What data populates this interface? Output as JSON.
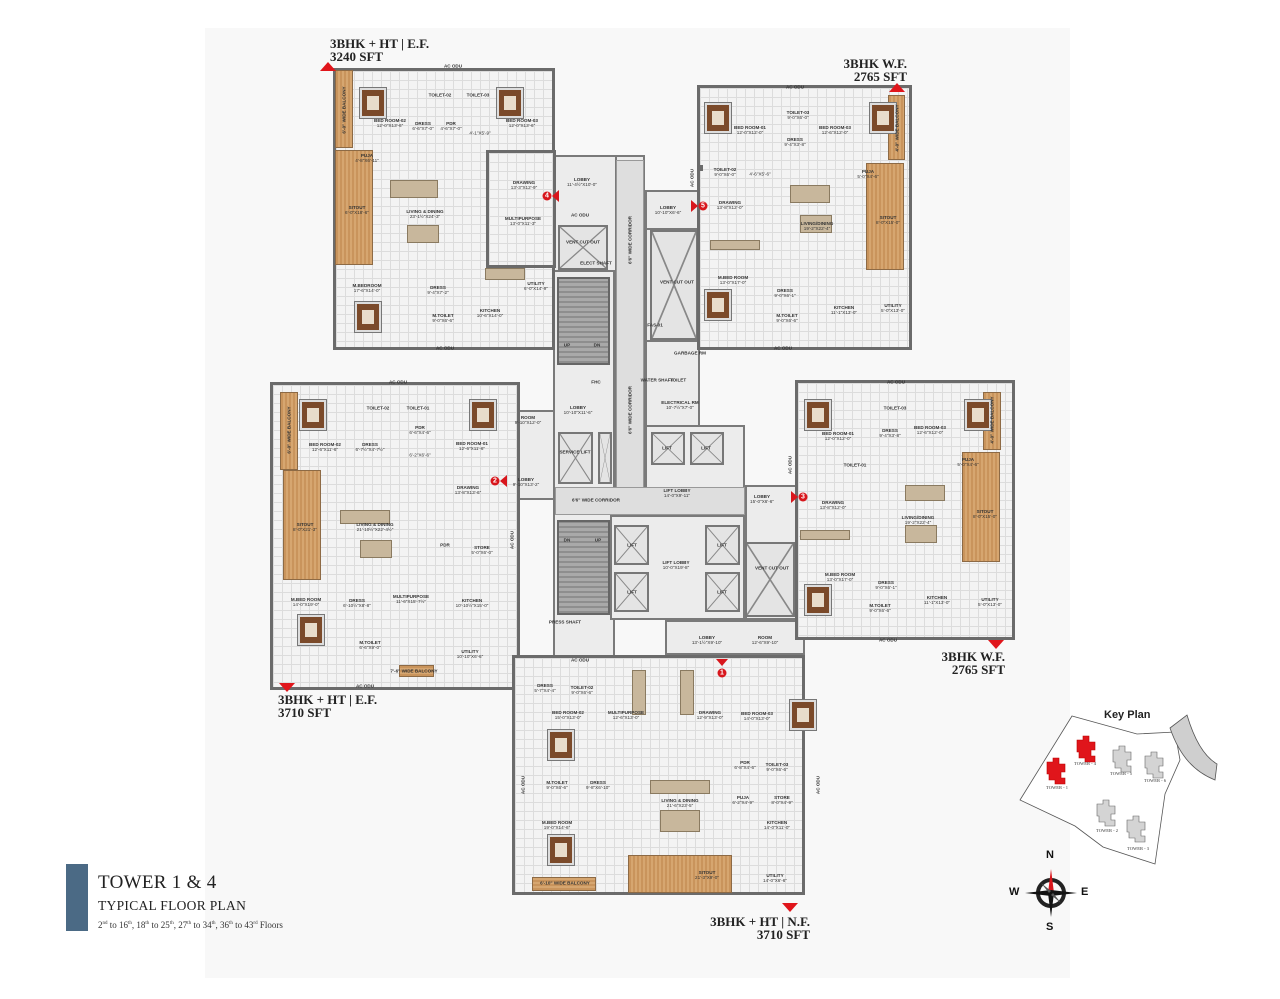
{
  "title": {
    "heading": "TOWER 1 & 4",
    "subheading": "TYPICAL FLOOR PLAN",
    "floors": [
      {
        "n": "2",
        "sup": "nd"
      },
      {
        "t": " to 16",
        "sup": "th"
      },
      {
        "t": ", 18",
        "sup": "th"
      },
      {
        "t": " to 25",
        "sup": "th"
      },
      {
        "t": ", 27",
        "sup": "th"
      },
      {
        "t": " to 34",
        "sup": "th"
      },
      {
        "t": ", 36",
        "sup": "th"
      },
      {
        "t": " to 43",
        "sup": "rd"
      },
      {
        "t": " Floors"
      }
    ],
    "accent_color": "#4b6a85"
  },
  "units": [
    {
      "type": "3BHK + HT | E.F.",
      "area": "3240 SFT",
      "entry": "4",
      "rooms": [
        {
          "name": "BED ROOM-02",
          "size": "12'-0\"X13'-6\""
        },
        {
          "name": "TOILET-02",
          "size": ""
        },
        {
          "name": "TOILET-03",
          "size": ""
        },
        {
          "name": "DRESS",
          "size": "6'-6\"X7'-0\""
        },
        {
          "name": "PDR",
          "size": "4'-6\"X7'-0\""
        },
        {
          "name": "",
          "size": "4'-1\"X5'-9\""
        },
        {
          "name": "BED ROOM-03",
          "size": "12'-0\"X13'-6\""
        },
        {
          "name": "PUJA",
          "size": "4'-8\"X6'-11\""
        },
        {
          "name": "DRAWING",
          "size": "13'-3\"X12'-9\""
        },
        {
          "name": "SITOUT",
          "size": "6'-0\"X18'-6\""
        },
        {
          "name": "LIVING & DINING",
          "size": "23'-1½\"X24'-3\""
        },
        {
          "name": "MULTIPURPOSE",
          "size": "13'-0\"X11'-3\""
        },
        {
          "name": "M.BEDROOM",
          "size": "17'-6\"X14'-0\""
        },
        {
          "name": "DRESS",
          "size": "9'-4\"X7'-2\""
        },
        {
          "name": "M.TOILET",
          "size": "9'-0\"X6'-6\""
        },
        {
          "name": "KITCHEN",
          "size": "10'-6\"X14'-0\""
        },
        {
          "name": "UTILITY",
          "size": "6'-0\"X14'-9\""
        },
        {
          "name": "AC ODU",
          "size": ""
        },
        {
          "name": "AC ODU",
          "size": ""
        },
        {
          "name": "6'-0\" WIDE BALCONY",
          "size": ""
        }
      ]
    },
    {
      "type": "3BHK W.F.",
      "area": "2765 SFT",
      "entry": "5",
      "rooms": [
        {
          "name": "BED ROOM-01",
          "size": "12'-0\"X12'-0\""
        },
        {
          "name": "TOILET-03",
          "size": "9'-0\"X6'-0\""
        },
        {
          "name": "DRESS",
          "size": "9'-4\"X3'-8\""
        },
        {
          "name": "BED ROOM-03",
          "size": "12'-6\"X12'-0\""
        },
        {
          "name": "TOILET-02",
          "size": "9'-0\"X6'-0\""
        },
        {
          "name": "",
          "size": "4'-6\"X5'-6\""
        },
        {
          "name": "PUJA",
          "size": "5'-0\"X4'-6\""
        },
        {
          "name": "DRAWING",
          "size": "13'-8\"X12'-0\""
        },
        {
          "name": "LIVING/DINING",
          "size": "19'-2\"X22'-4\""
        },
        {
          "name": "SITOUT",
          "size": "8'-0\"X15'-0\""
        },
        {
          "name": "M.BED ROOM",
          "size": "13'-0\"X17'-0\""
        },
        {
          "name": "DRESS",
          "size": "9'-0\"X6'-1\""
        },
        {
          "name": "M.TOILET",
          "size": "9'-0\"X6'-6\""
        },
        {
          "name": "KITCHEN",
          "size": "11'-1\"X13'-0\""
        },
        {
          "name": "UTILITY",
          "size": "5'-0\"X13'-0\""
        },
        {
          "name": "AC ODU",
          "size": ""
        },
        {
          "name": "AC ODU",
          "size": ""
        },
        {
          "name": "AC ODU",
          "size": ""
        },
        {
          "name": "4'-0\" WIDE BALCONY",
          "size": ""
        }
      ]
    },
    {
      "type": "3BHK + HT | E.F.",
      "area": "3710 SFT",
      "entry": "2",
      "rooms": [
        {
          "name": "TOILET-02",
          "size": ""
        },
        {
          "name": "TOILET-01",
          "size": ""
        },
        {
          "name": "BED ROOM-02",
          "size": "12'-6\"X11'-6\""
        },
        {
          "name": "DRESS",
          "size": "6'-7½\"X4'-7½\""
        },
        {
          "name": "PDR",
          "size": "6'-6\"X4'-6\""
        },
        {
          "name": "BED ROOM-01",
          "size": "12'-6\"X11'-6\""
        },
        {
          "name": "",
          "size": "6'-2\"X6'-6\""
        },
        {
          "name": "DRAWING",
          "size": "13'-8\"X13'-6\""
        },
        {
          "name": "SITOUT",
          "size": "8'-0\"X21'-3\""
        },
        {
          "name": "LIVING & DINING",
          "size": "21'-10½\"X22'-4½\""
        },
        {
          "name": "PDR",
          "size": ""
        },
        {
          "name": "STORE",
          "size": "5'-0\"X6'-0\""
        },
        {
          "name": "M.BED ROOM",
          "size": "14'-0\"X19'-0\""
        },
        {
          "name": "DRESS",
          "size": "6'-10½\"X8'-8\""
        },
        {
          "name": "MULTIPURPOSE",
          "size": "11'-6\"X15'-7½\""
        },
        {
          "name": "M.TOILET",
          "size": "6'-6\"X9'-0\""
        },
        {
          "name": "KITCHEN",
          "size": "10'-10½\"X15'-0\""
        },
        {
          "name": "UTILITY",
          "size": "10'-10\"X6'-6\""
        },
        {
          "name": "7'-6\" WIDE BALCONY",
          "size": ""
        },
        {
          "name": "AC ODU",
          "size": ""
        },
        {
          "name": "AC ODU",
          "size": ""
        },
        {
          "name": "6'-0\" WIDE BALCONY",
          "size": ""
        },
        {
          "name": "AC ODU",
          "size": ""
        }
      ]
    },
    {
      "type": "3BHK W.F.",
      "area": "2765 SFT",
      "entry": "3",
      "rooms": [
        {
          "name": "BED ROOM-01",
          "size": "12'-0\"X12'-0\""
        },
        {
          "name": "TOILET-03",
          "size": ""
        },
        {
          "name": "DRESS",
          "size": "9'-4\"X3'-8\""
        },
        {
          "name": "BED ROOM-03",
          "size": "12'-6\"X12'-0\""
        },
        {
          "name": "TOILET-01",
          "size": ""
        },
        {
          "name": "PUJA",
          "size": "5'-0\"X4'-6\""
        },
        {
          "name": "DRAWING",
          "size": "13'-8\"X12'-0\""
        },
        {
          "name": "LIVING/DINING",
          "size": "19'-2\"X22'-4\""
        },
        {
          "name": "SITOUT",
          "size": "8'-0\"X15'-0\""
        },
        {
          "name": "M.BED ROOM",
          "size": "13'-0\"X17'-0\""
        },
        {
          "name": "DRESS",
          "size": "9'-0\"X6'-1\""
        },
        {
          "name": "M.TOILET",
          "size": "9'-0\"X6'-6\""
        },
        {
          "name": "KITCHEN",
          "size": "11'-1\"X13'-0\""
        },
        {
          "name": "UTILITY",
          "size": "5'-0\"X13'-0\""
        },
        {
          "name": "AC ODU",
          "size": ""
        },
        {
          "name": "AC ODU",
          "size": ""
        },
        {
          "name": "AC ODU",
          "size": ""
        },
        {
          "name": "4'-0\" WIDE BALCONY",
          "size": ""
        }
      ]
    },
    {
      "type": "3BHK + HT | N.F.",
      "area": "3710 SFT",
      "entry": "1",
      "rooms": [
        {
          "name": "DRESS",
          "size": "5'-7\"X4'-4\""
        },
        {
          "name": "TOILET-02",
          "size": "9'-0\"X6'-6\""
        },
        {
          "name": "BED ROOM-02",
          "size": "15'-0\"X13'-0\""
        },
        {
          "name": "MULTIPURPOSE",
          "size": "12'-6\"X13'-0\""
        },
        {
          "name": "DRAWING",
          "size": "12'-9\"X13'-0\""
        },
        {
          "name": "BED ROOM-03",
          "size": "14'-0\"X13'-0\""
        },
        {
          "name": "M.TOILET",
          "size": "9'-0\"X6'-6\""
        },
        {
          "name": "DRESS",
          "size": "9'-8\"X6'-10\""
        },
        {
          "name": "PDR",
          "size": "6'-8\"X4'-6\""
        },
        {
          "name": "TOILET-03",
          "size": "9'-0\"X6'-6\""
        },
        {
          "name": "LIVING & DINING",
          "size": "21'-6\"X23'-5\""
        },
        {
          "name": "PUJA",
          "size": "6'-2\"X4'-9\""
        },
        {
          "name": "STORE",
          "size": "8'-0\"X4'-9\""
        },
        {
          "name": "M.BED ROOM",
          "size": "19'-0\"X14'-6\""
        },
        {
          "name": "KITCHEN",
          "size": "14'-0\"X11'-0\""
        },
        {
          "name": "SITOUT",
          "size": "21'-3\"X9'-0\""
        },
        {
          "name": "UTILITY",
          "size": "14'-0\"X6'-6\""
        },
        {
          "name": "6'-10\" WIDE BALCONY",
          "size": ""
        },
        {
          "name": "AC ODU",
          "size": ""
        },
        {
          "name": "AC ODU",
          "size": ""
        },
        {
          "name": "AC ODU",
          "size": ""
        }
      ]
    }
  ],
  "core": {
    "rooms": [
      {
        "name": "LOBBY",
        "size": "11'-4½\"X10'-0\""
      },
      {
        "name": "AC ODU",
        "size": ""
      },
      {
        "name": "VENT CUT OUT",
        "size": ""
      },
      {
        "name": "ELECT SHAFT",
        "size": ""
      },
      {
        "name": "6'6\" WIDE CORRIDOR",
        "size": ""
      },
      {
        "name": "LOBBY",
        "size": "10'-10\"X6'-6\""
      },
      {
        "name": "VENT CUT OUT",
        "size": ""
      },
      {
        "name": "FAS-01",
        "size": ""
      },
      {
        "name": "GARBAGE RM",
        "size": ""
      },
      {
        "name": "WATER SHAFT",
        "size": ""
      },
      {
        "name": "TOILET",
        "size": ""
      },
      {
        "name": "ELECTRICAL RM",
        "size": "10'-7½\"X7'-0\""
      },
      {
        "name": "FHC",
        "size": ""
      },
      {
        "name": "LOBBY",
        "size": "10'-10\"X11'-6\""
      },
      {
        "name": "6'6\" WIDE CORRIDOR",
        "size": ""
      },
      {
        "name": "SERVICE LIFT",
        "size": ""
      },
      {
        "name": "LIFT",
        "size": ""
      },
      {
        "name": "LIFT",
        "size": ""
      },
      {
        "name": "6'6\" WIDE CORRIDOR",
        "size": ""
      },
      {
        "name": "LIFT LOBBY",
        "size": "14'-0\"X9'-11\""
      },
      {
        "name": "LOBBY",
        "size": "15'-0\"X6'-6\""
      },
      {
        "name": "LIFT",
        "size": ""
      },
      {
        "name": "LIFT",
        "size": ""
      },
      {
        "name": "LIFT LOBBY",
        "size": "10'-0\"X19'-8\""
      },
      {
        "name": "LIFT",
        "size": ""
      },
      {
        "name": "LIFT",
        "size": ""
      },
      {
        "name": "VENT CUT OUT",
        "size": ""
      },
      {
        "name": "PRESS SHAFT",
        "size": ""
      },
      {
        "name": "LOBBY",
        "size": "13'-1½\"X9'-10\""
      },
      {
        "name": "ROOM",
        "size": "12'-6\"X9'-10\""
      },
      {
        "name": "ROOM",
        "size": "9'-10\"X12'-0\""
      },
      {
        "name": "LOBBY",
        "size": "9'-10\"X13'-2\""
      },
      {
        "name": "UP",
        "size": ""
      },
      {
        "name": "DN",
        "size": ""
      },
      {
        "name": "DN",
        "size": ""
      },
      {
        "name": "UP",
        "size": ""
      }
    ]
  },
  "key_plan": {
    "title": "Key Plan",
    "towers": [
      {
        "label": "TOWER - 4",
        "highlighted": true
      },
      {
        "label": "TOWER - 1",
        "highlighted": true
      },
      {
        "label": "TOWER - 5",
        "highlighted": false
      },
      {
        "label": "TOWER - 6",
        "highlighted": false
      },
      {
        "label": "TOWER - 2",
        "highlighted": false
      },
      {
        "label": "TOWER - 3",
        "highlighted": false
      }
    ],
    "highlight_color": "#e0151b"
  },
  "compass": {
    "n": "N",
    "s": "S",
    "e": "E",
    "w": "W"
  },
  "colors": {
    "entry_marker": "#d8161c",
    "wood": "#c9945c",
    "wall": "#6b6b6b"
  }
}
